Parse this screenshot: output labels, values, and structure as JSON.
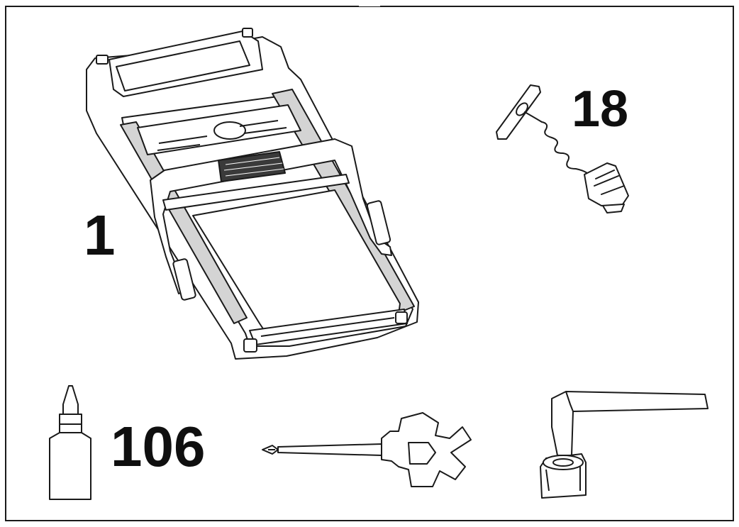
{
  "labels": {
    "treadmill": "1",
    "safety_key": "18",
    "lubricant": "106"
  },
  "colors": {
    "line": "#1a1a1a",
    "background": "#ffffff"
  },
  "icons": [
    "treadmill-icon",
    "safety-key-icon",
    "lubricant-bottle-icon",
    "screwdriver-wrench-icon",
    "allen-key-icon"
  ]
}
